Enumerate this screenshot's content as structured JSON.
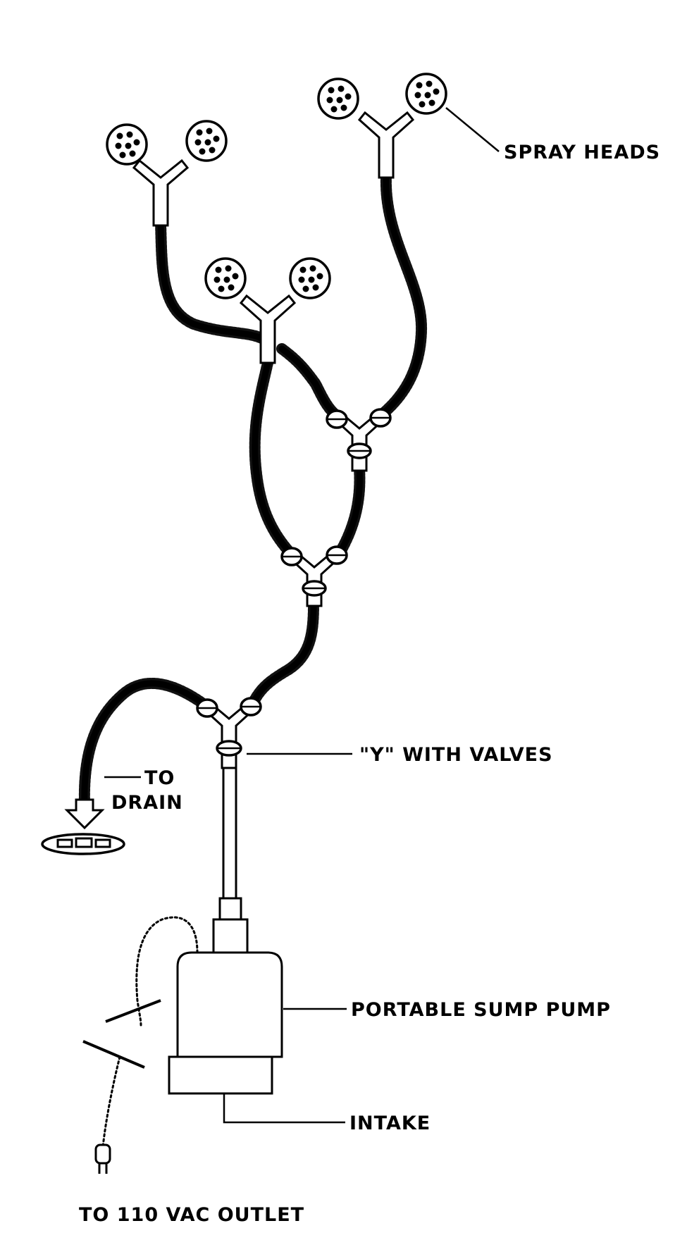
{
  "labels": {
    "spray_heads": "SPRAY HEADS",
    "y_with_valves": "\"Y\" WITH VALVES",
    "to": "TO",
    "drain": "DRAIN",
    "portable_sump_pump": "PORTABLE SUMP PUMP",
    "intake": "INTAKE",
    "outlet": "TO 110 VAC OUTLET"
  }
}
